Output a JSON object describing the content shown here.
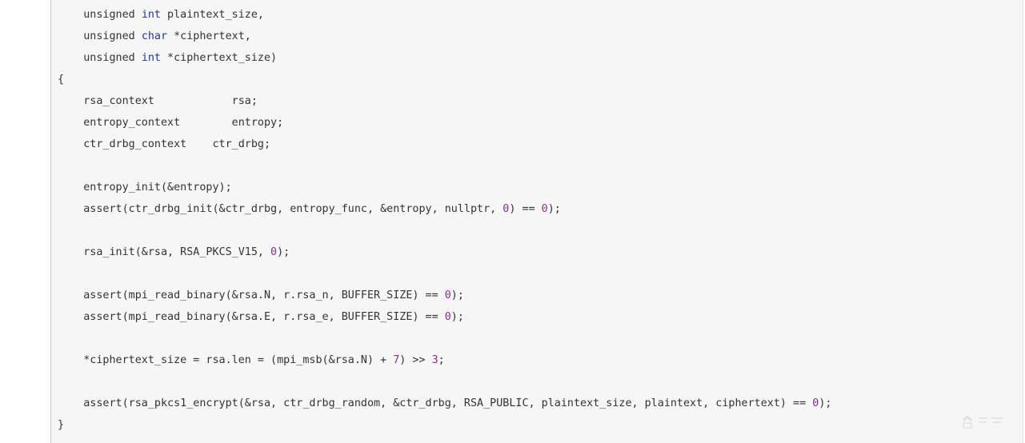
{
  "colors": {
    "panel_bg": "#f6f6f6",
    "text": "#333333",
    "keyword": "#2233aa",
    "number": "#8a2e8f"
  },
  "code": {
    "lines": [
      [
        {
          "t": "    unsigned "
        },
        {
          "t": "int",
          "c": "kw"
        },
        {
          "t": " plaintext_size,"
        }
      ],
      [
        {
          "t": "    unsigned "
        },
        {
          "t": "char",
          "c": "kw"
        },
        {
          "t": " *ciphertext,"
        }
      ],
      [
        {
          "t": "    unsigned "
        },
        {
          "t": "int",
          "c": "kw"
        },
        {
          "t": " *ciphertext_size)"
        }
      ],
      [
        {
          "t": "{"
        }
      ],
      [
        {
          "t": "    rsa_context            rsa;"
        }
      ],
      [
        {
          "t": "    entropy_context        entropy;"
        }
      ],
      [
        {
          "t": "    ctr_drbg_context    ctr_drbg;"
        }
      ],
      [
        {
          "t": ""
        }
      ],
      [
        {
          "t": "    entropy_init(&entropy);"
        }
      ],
      [
        {
          "t": "    assert(ctr_drbg_init(&ctr_drbg, entropy_func, &entropy, nullptr, "
        },
        {
          "t": "0",
          "c": "num"
        },
        {
          "t": ") == "
        },
        {
          "t": "0",
          "c": "num"
        },
        {
          "t": ");"
        }
      ],
      [
        {
          "t": ""
        }
      ],
      [
        {
          "t": "    rsa_init(&rsa, RSA_PKCS_V15, "
        },
        {
          "t": "0",
          "c": "num"
        },
        {
          "t": ");"
        }
      ],
      [
        {
          "t": ""
        }
      ],
      [
        {
          "t": "    assert(mpi_read_binary(&rsa.N, r.rsa_n, BUFFER_SIZE) == "
        },
        {
          "t": "0",
          "c": "num"
        },
        {
          "t": ");"
        }
      ],
      [
        {
          "t": "    assert(mpi_read_binary(&rsa.E, r.rsa_e, BUFFER_SIZE) == "
        },
        {
          "t": "0",
          "c": "num"
        },
        {
          "t": ");"
        }
      ],
      [
        {
          "t": ""
        }
      ],
      [
        {
          "t": "    *ciphertext_size = rsa.len = (mpi_msb(&rsa.N) + "
        },
        {
          "t": "7",
          "c": "num"
        },
        {
          "t": ") >> "
        },
        {
          "t": "3",
          "c": "num"
        },
        {
          "t": ";"
        }
      ],
      [
        {
          "t": ""
        }
      ],
      [
        {
          "t": "    assert(rsa_pkcs1_encrypt(&rsa, ctr_drbg_random, &ctr_drbg, RSA_PUBLIC, plaintext_size, plaintext, ciphertext) == "
        },
        {
          "t": "0",
          "c": "num"
        },
        {
          "t": ");"
        }
      ],
      [
        {
          "t": "}"
        }
      ]
    ]
  },
  "watermark": {
    "icon": "watermark-logo-icon"
  }
}
